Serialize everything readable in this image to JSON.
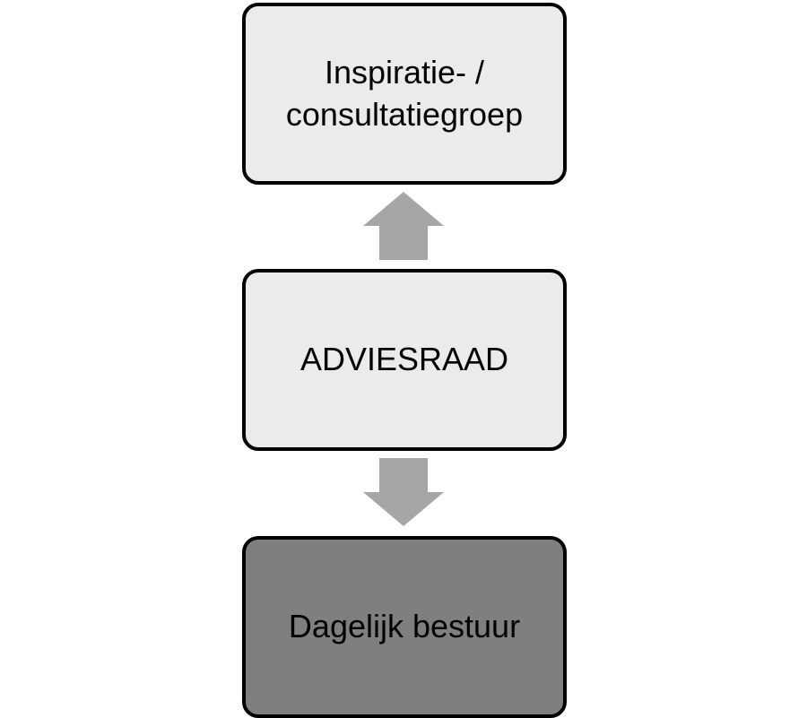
{
  "diagram": {
    "nodes": [
      {
        "id": "top",
        "label_line1": "Inspiratie- /",
        "label_line2": "consultatiegroep",
        "fill": "#ebebeb"
      },
      {
        "id": "middle",
        "label": "ADVIESRAAD",
        "fill": "#ebebeb"
      },
      {
        "id": "bottom",
        "label": "Dagelijk bestuur",
        "fill": "#7f7f7f"
      }
    ],
    "edges": [
      {
        "from": "middle",
        "to": "top",
        "direction": "up"
      },
      {
        "from": "middle",
        "to": "bottom",
        "direction": "down"
      }
    ],
    "colors": {
      "border": "#000000",
      "arrow": "#a6a6a6",
      "text": "#000000"
    }
  }
}
